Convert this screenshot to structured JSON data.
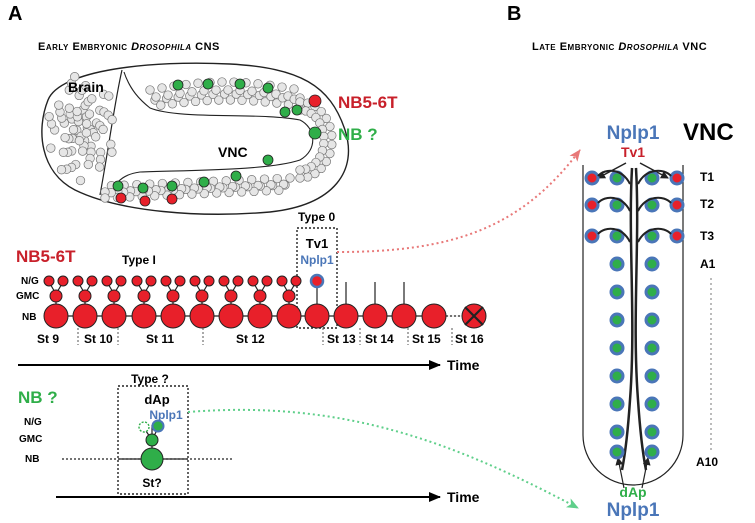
{
  "panels": {
    "a_letter": "A",
    "b_letter": "B",
    "a_title": "Early Embryonic Drosophila CNS",
    "b_title": "Late Embryonic Drosophila VNC"
  },
  "embryo": {
    "brain_label": "Brain",
    "vnc_label": "VNC"
  },
  "legend": {
    "nb56t_label": "NB5-6T",
    "nb_unknown_label": "NB ?",
    "red_color": "#e8202a",
    "green_color": "#2fae49",
    "blue_color": "#4a76b8"
  },
  "lineage_a": {
    "title": "NB5-6T",
    "type1_label": "Type I",
    "type0_label": "Type 0",
    "tv1_label": "Tv1",
    "nplp1_label": "Nplp1",
    "row_labels": [
      "N/G",
      "GMC",
      "NB"
    ],
    "stages": [
      "St 9",
      "St 10",
      "St 11",
      "St 12",
      "St 13",
      "St 14",
      "St 15",
      "St 16"
    ],
    "time_label": "Time"
  },
  "lineage_b": {
    "title": "NB ?",
    "type_label": "Type ?",
    "dap_label": "dAp",
    "nplp1_label": "Nplp1",
    "row_labels": [
      "N/G",
      "GMC",
      "NB"
    ],
    "stage_label": "St?",
    "time_label": "Time"
  },
  "vnc": {
    "top_nplp1": "Nplp1",
    "top_tv1": "Tv1",
    "title": "VNC",
    "segments": [
      "T1",
      "T2",
      "T3",
      "A1",
      "A10"
    ],
    "bottom_dap": "dAp",
    "bottom_nplp1": "Nplp1"
  }
}
